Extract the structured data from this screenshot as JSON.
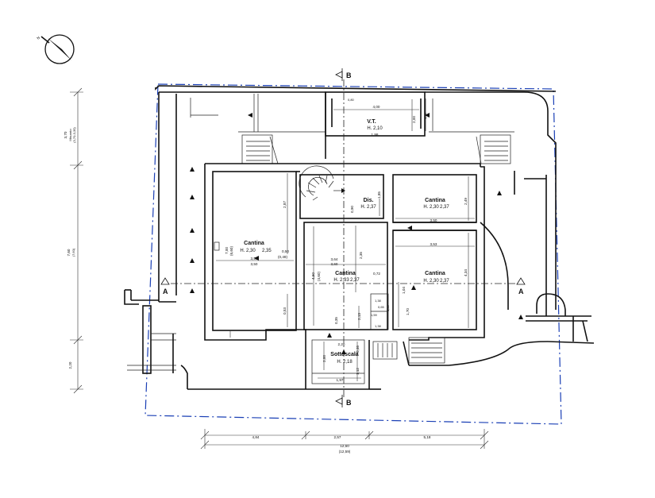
{
  "rooms": {
    "vt": {
      "name": "V.T.",
      "height": "H. 2,10",
      "alt": "1,98"
    },
    "cantina_left": {
      "name": "Cantina",
      "height": "H. 2,30",
      "alt": "2,35"
    },
    "cantina_mid": {
      "name": "Cantina",
      "height": "H. 2,33",
      "alt": "2,37"
    },
    "cantina_top_right": {
      "name": "Cantina",
      "height": "H. 2,30",
      "alt": "2,37"
    },
    "cantina_bottom_right": {
      "name": "Cantina",
      "height": "H. 2,30",
      "alt": "2,37"
    },
    "dis": {
      "name": "Dis.",
      "height": "H. 2,37"
    },
    "sottoscala": {
      "name": "Sottoscala",
      "height": "H. 2,18"
    }
  },
  "section_markers": {
    "top": "B",
    "bottom": "B",
    "left": "A",
    "right": "A"
  },
  "dimensions": {
    "bottom_total": "12,60",
    "bottom_total_alt": "(12,59)",
    "bottom_seg1": "4,84",
    "bottom_seg2": "2,57",
    "bottom_seg3": "5,18",
    "left_top": "3,70",
    "left_top_note": "Misurato",
    "left_top_alt": "(3,70-3,35)",
    "left_mid": "7,60",
    "left_mid_alt": "(7,60)",
    "left_bottom": "2,20",
    "vt_width": "4,00",
    "vt_depth": "2,00",
    "cl_depth": "2,87",
    "cl_width": "3,51",
    "cl_width_alt": "3,50",
    "cl_depth2": "7,00",
    "cl_depth2_alt": "(6,60)",
    "cl_side": "0,53",
    "wall_a": "0,50",
    "wall_a_alt": "(0,49)",
    "cm_width": "3,64",
    "cm_width_alt": "3,60",
    "cm_depth": "4,60",
    "cm_depth_alt": "(4,60)",
    "cm_h": "2,35",
    "cm_low": "0,35",
    "dis_w": "0,90",
    "dis_h": "1,85",
    "cr_top_w": "3,50",
    "cr_top_h": "2,49",
    "cr_bot_w": "3,53",
    "cr_bot_h": "4,34",
    "gap": "0,72",
    "small_a": "1,04",
    "small_b": "2,13",
    "small_c": "1,70",
    "small_d": "1,25",
    "small_e": "0,46",
    "small_f": "1,12",
    "sott_w": "1,97",
    "sott_top": "2,20",
    "sott_side": "2,00",
    "mini1": "1,38",
    "mini2": "0,65",
    "mini3": "1,59",
    "mini4": "1,38",
    "top_note": "0,80",
    "vt_side": "1,00"
  }
}
